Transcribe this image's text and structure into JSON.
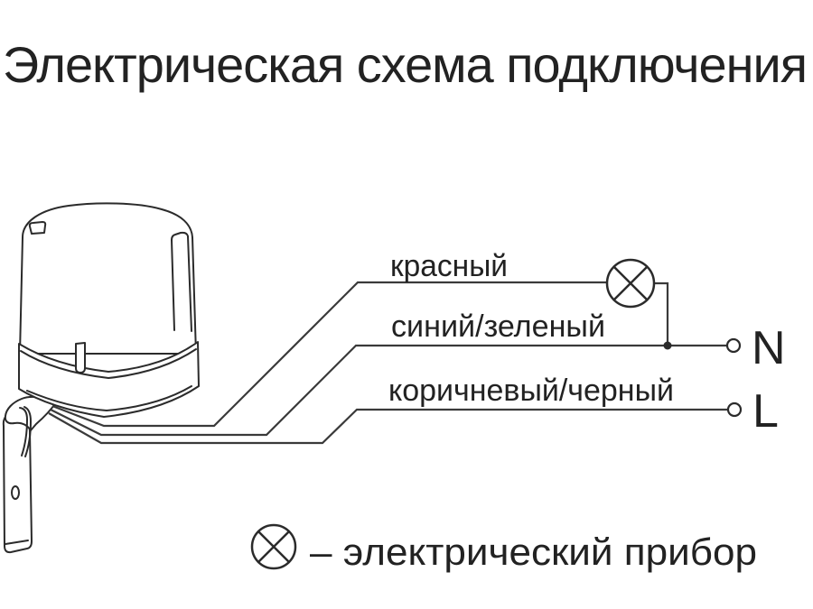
{
  "title": "Электрическая схема подключения",
  "wire_labels": {
    "red": "красный",
    "blue_green": "синий/зеленый",
    "brown_black": "коричневый/черный"
  },
  "terminals": {
    "neutral": "N",
    "line": "L"
  },
  "legend": {
    "text": "– электрический прибор"
  },
  "icons": {
    "lamp": "lamp-icon (circle with diagonal cross)"
  },
  "colors": {
    "background": "#ffffff",
    "line": "#2b2b2b",
    "wire": "#3a3a3a",
    "text": "#222222"
  }
}
